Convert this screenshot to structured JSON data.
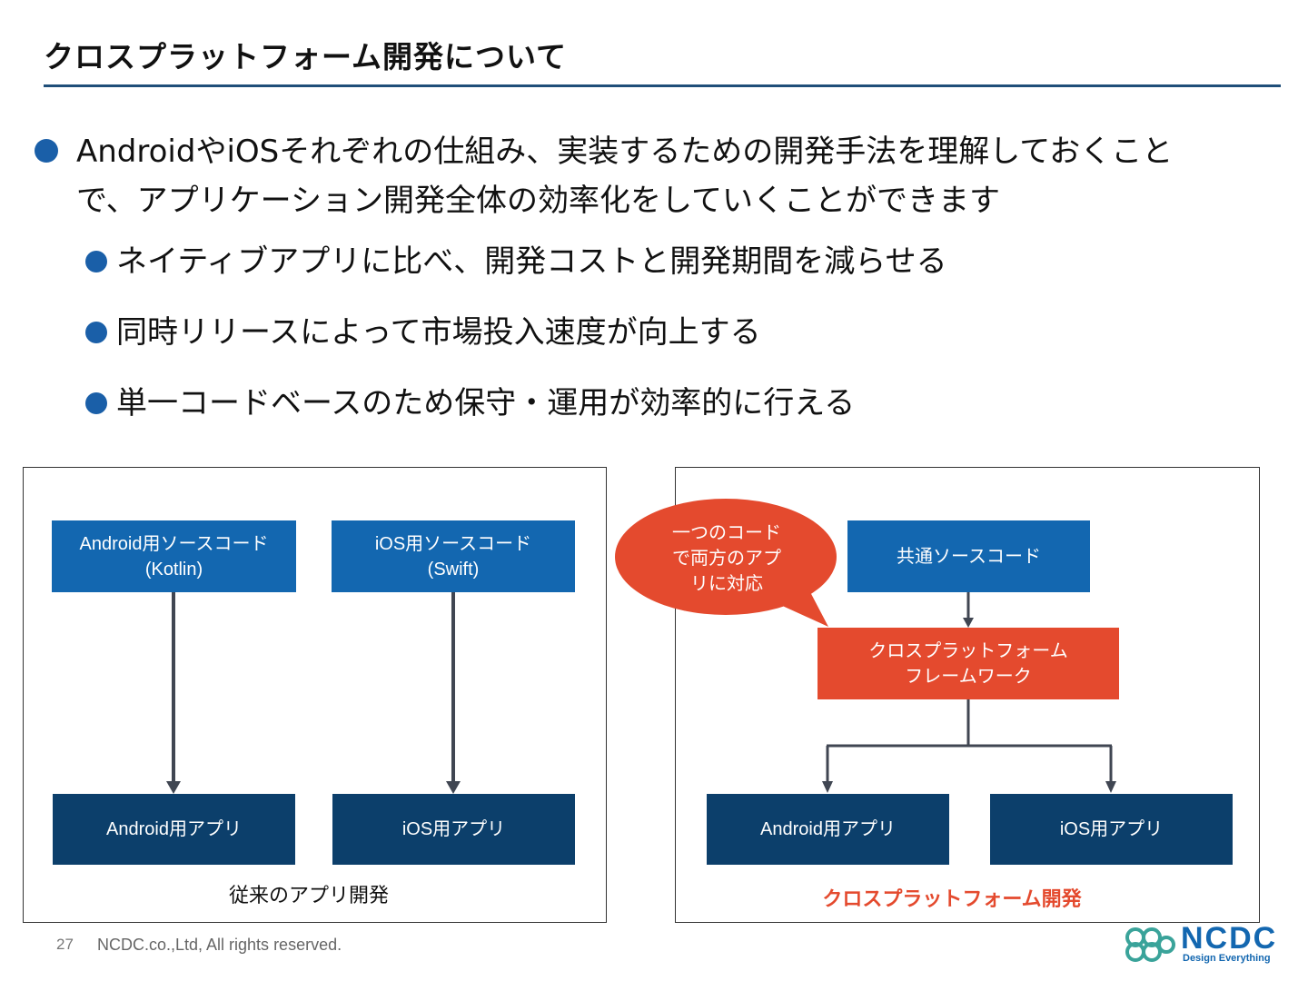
{
  "title": "クロスプラットフォーム開発について",
  "main_bullet": {
    "line1": "AndroidやiOSそれぞれの仕組み、実装するための開発手法を理解しておくこと",
    "line2": "で、アプリケーション開発全体の効率化をしていくことができます"
  },
  "sub_bullets": [
    "ネイティブアプリに比べ、開発コストと開発期間を減らせる",
    "同時リリースによって市場投入速度が向上する",
    "単一コードベースのため保守・運用が効率的に行える"
  ],
  "left_diagram": {
    "android_source": {
      "line1": "Android用ソースコード",
      "line2": "(Kotlin)"
    },
    "ios_source": {
      "line1": "iOS用ソースコード",
      "line2": "(Swift)"
    },
    "android_app": "Android用アプリ",
    "ios_app": "iOS用アプリ",
    "caption": "従来のアプリ開発"
  },
  "right_diagram": {
    "callout": {
      "line1": "一つのコード",
      "line2": "で両方のアプ",
      "line3": "リに対応"
    },
    "common_source": "共通ソースコード",
    "framework": {
      "line1": "クロスプラットフォーム",
      "line2": "フレームワーク"
    },
    "android_app": "Android用アプリ",
    "ios_app": "iOS用アプリ",
    "caption": "クロスプラットフォーム開発"
  },
  "footer": {
    "page_number": "27",
    "copyright": "NCDC.co.,Ltd, All rights reserved."
  },
  "logo": {
    "wordmark": "NCDC",
    "tagline": "Design Everything"
  },
  "colors": {
    "accent_blue": "#1367b0",
    "navy": "#0c3f6b",
    "red": "#e44a2e",
    "rule": "#1f4e79"
  }
}
